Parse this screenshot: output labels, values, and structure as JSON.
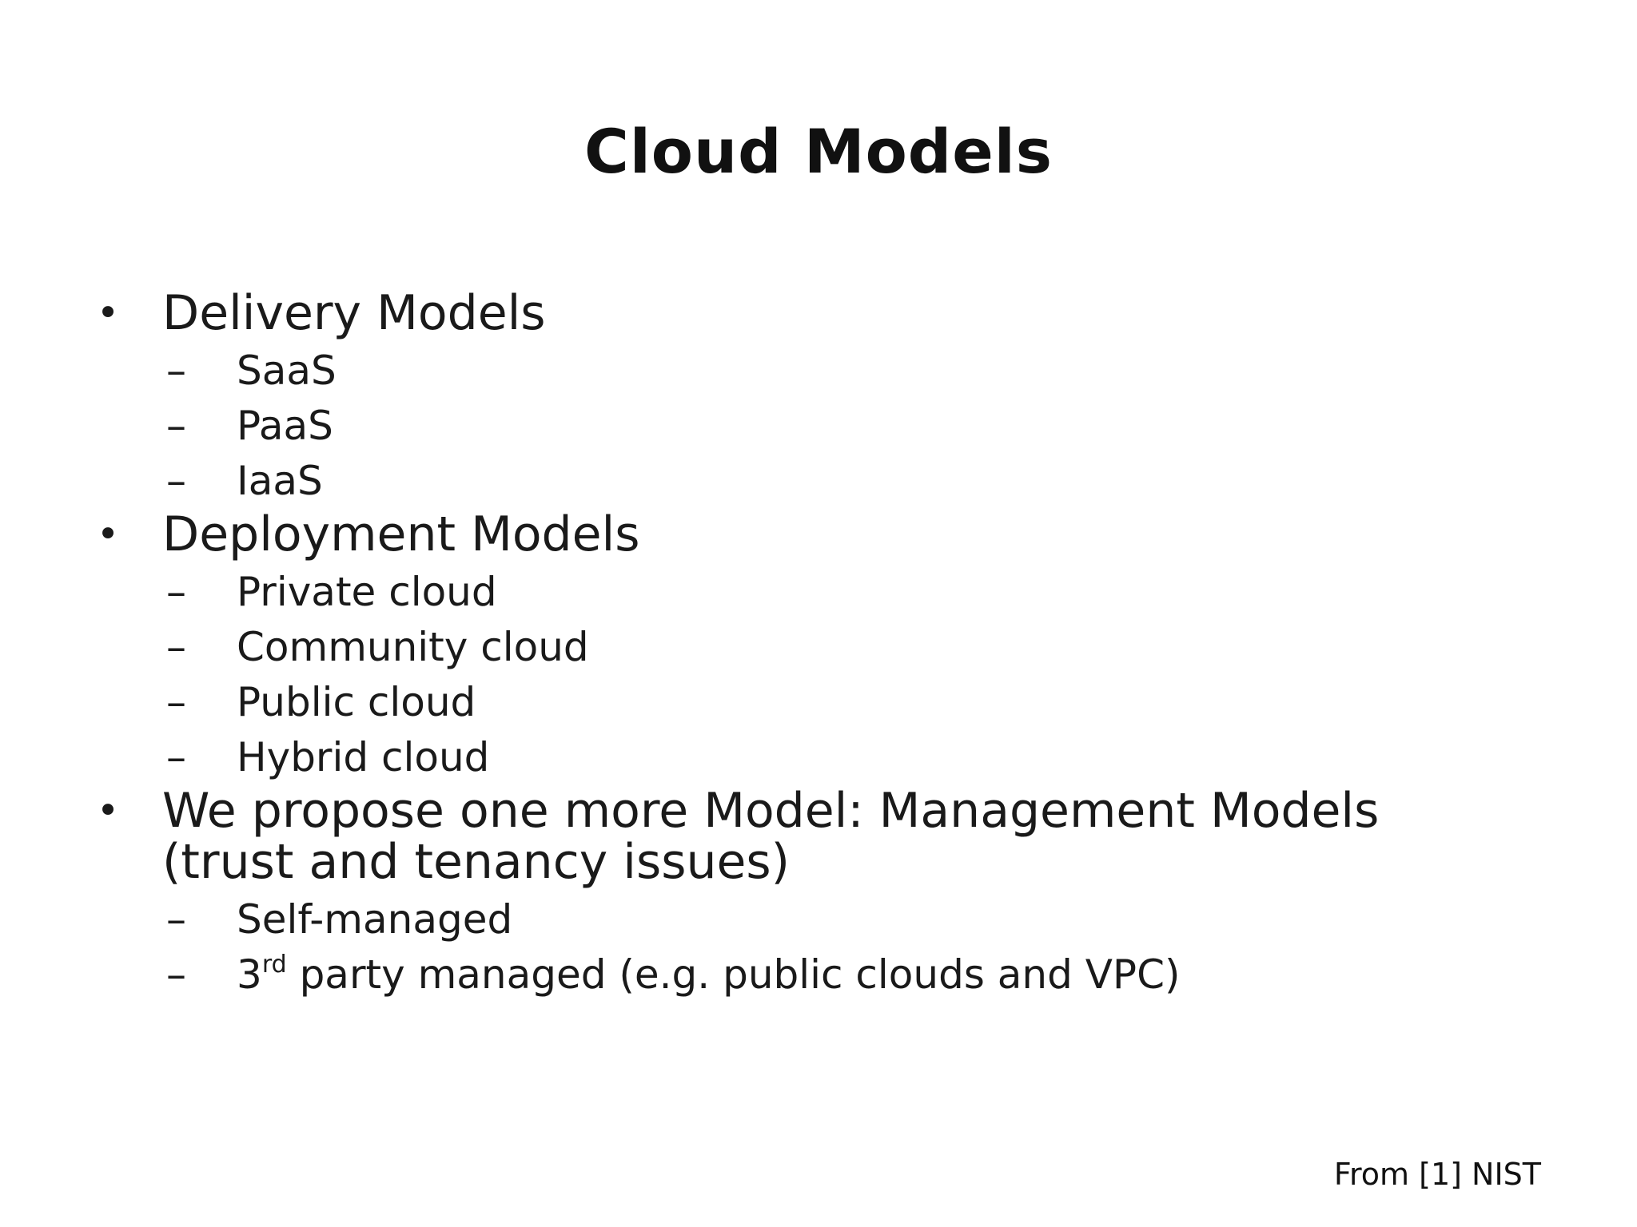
{
  "slide": {
    "title": "Cloud Models",
    "bullet_symbol": "•",
    "dash_symbol": "–",
    "sections": [
      {
        "heading": "Delivery Models",
        "items": [
          "SaaS",
          "PaaS",
          "IaaS"
        ]
      },
      {
        "heading": "Deployment Models",
        "items": [
          "Private cloud",
          "Community cloud",
          "Public cloud",
          "Hybrid cloud"
        ]
      },
      {
        "heading_line1": "We propose one more Model: Management Models",
        "heading_line2": "(trust and tenancy issues)",
        "items": [
          "Self-managed",
          {
            "prefix": "3",
            "sup": "rd",
            "suffix": " party managed (e.g. public clouds and VPC)"
          }
        ]
      }
    ],
    "footer": "From [1] NIST"
  }
}
